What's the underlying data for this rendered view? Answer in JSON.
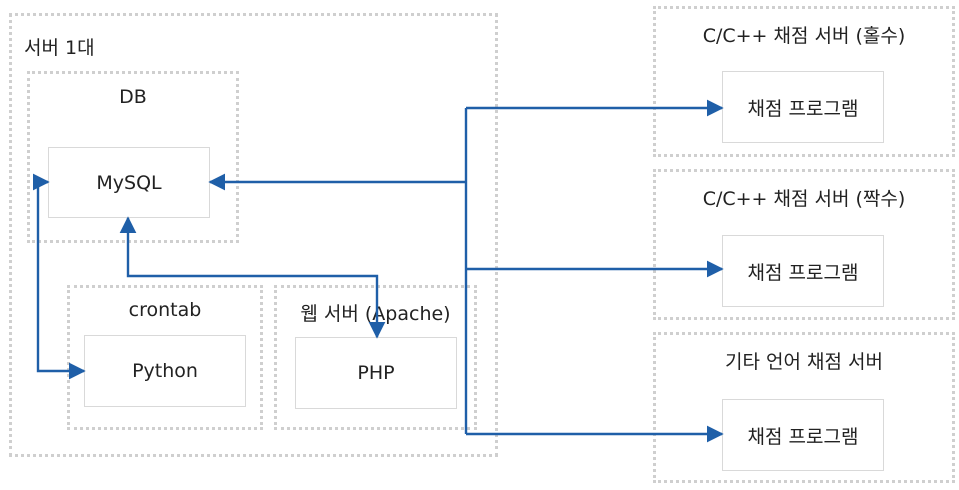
{
  "server_one": {
    "title": "서버 1대",
    "db": {
      "title": "DB",
      "mysql": "MySQL"
    },
    "crontab": {
      "title": "crontab",
      "python": "Python"
    },
    "web": {
      "title": "웹 서버 (Apache)",
      "php": "PHP"
    }
  },
  "grader_odd": {
    "title": "C/C++ 채점 서버 (홀수)",
    "program": "채점 프로그램"
  },
  "grader_even": {
    "title": "C/C++ 채점 서버 (짝수)",
    "program": "채점 프로그램"
  },
  "grader_other": {
    "title": "기타 언어 채점 서버",
    "program": "채점 프로그램"
  },
  "colors": {
    "arrow": "#1f5fa8",
    "dotted_border": "#cfcfcf",
    "box_border": "#d9d9d9"
  }
}
